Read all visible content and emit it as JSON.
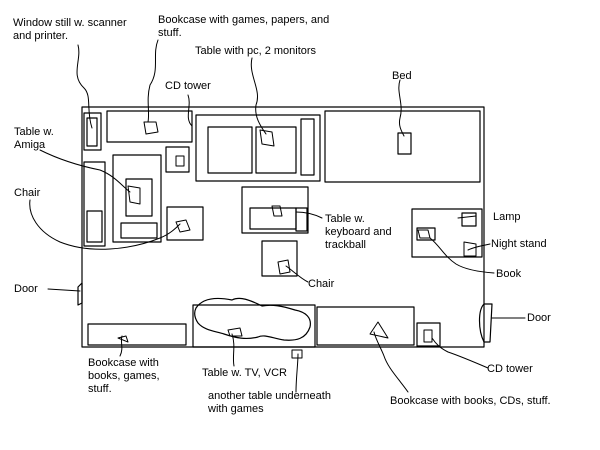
{
  "labels": {
    "window": "Window still w. scanner\nand printer.",
    "bookcase_games": "Bookcase with games, papers, and\nstuff.",
    "table_pc": "Table with pc, 2 monitors",
    "cd_tower_top": "CD tower",
    "bed": "Bed",
    "table_amiga": "Table w.\nAmiga",
    "chair_left": "Chair",
    "table_keyboard": "Table w.\nkeyboard and\ntrackball",
    "lamp": "Lamp",
    "night_stand": "Night stand",
    "book": "Book",
    "chair_mid": "Chair",
    "door_left": "Door",
    "door_right": "Door",
    "bookcase_books_left": "Bookcase with\nbooks, games,\nstuff.",
    "table_tv": "Table w. TV, VCR",
    "table_underneath": "another table underneath\nwith games",
    "cd_tower_bottom": "CD tower",
    "bookcase_books_right": "Bookcase with books, CDs, stuff."
  },
  "colors": {
    "ink": "#000000",
    "paper": "#ffffff"
  }
}
